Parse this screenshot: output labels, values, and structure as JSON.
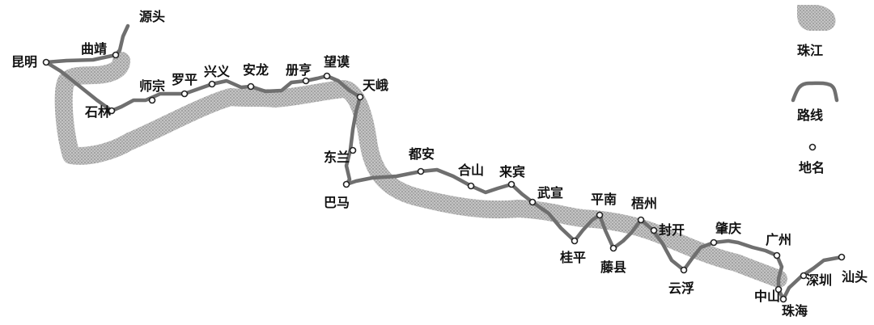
{
  "colors": {
    "river": "#b8b8b8",
    "route": "#6f6f6f",
    "marker_stroke": "#222222",
    "text": "#111111"
  },
  "legend": {
    "river_label": "珠江",
    "route_label": "路线",
    "place_label": "地名"
  },
  "places": {
    "source": "源头",
    "qujing": "曲靖",
    "kunming": "昆明",
    "shilin": "石林",
    "shizong": "师宗",
    "luoping": "罗平",
    "xingyi": "兴义",
    "anlong": "安龙",
    "ceheng": "册亨",
    "wangmo": "望谟",
    "tiane": "天峨",
    "donglan": "东兰",
    "bama": "巴马",
    "duan": "都安",
    "heshan": "合山",
    "laibin": "来宾",
    "wuxuan": "武宣",
    "guiping": "桂平",
    "pingnan": "平南",
    "tengxian": "藤县",
    "wuzhou": "梧州",
    "fengkai": "封开",
    "yunfu": "云浮",
    "zhaoqing": "肇庆",
    "guangzhou": "广州",
    "zhongshan": "中山",
    "zhuhai": "珠海",
    "shenzhen": "深圳",
    "shantou": "汕头"
  }
}
